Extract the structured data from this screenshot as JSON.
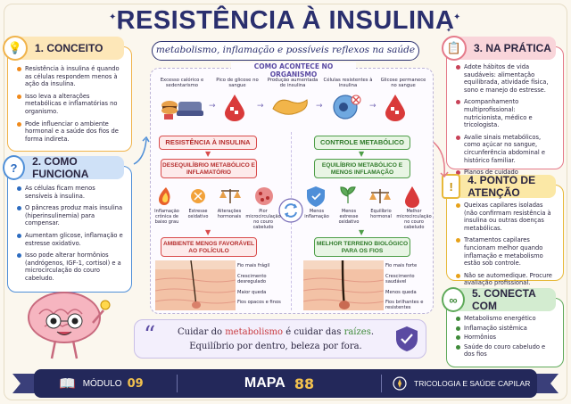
{
  "header": {
    "title": "RESISTÊNCIA À INSULINA",
    "subtitle": "metabolismo, inflamação e possíveis reflexos na saúde capilar"
  },
  "concept": {
    "number_title": "1. CONCEITO",
    "items": [
      "Resistência à insulina é quando as células respondem menos à ação da insulina.",
      "Isso leva a alterações metabólicas e inflamatórias no organismo.",
      "Pode influenciar o ambiente hormonal e a saúde dos fios de forma indireta."
    ]
  },
  "how": {
    "number_title": "2. COMO FUNCIONA",
    "items": [
      "As células ficam menos sensíveis à insulina.",
      "O pâncreas produz mais insulina (hiperinsulinemia) para compensar.",
      "Aumentam glicose, inflamação e estresse oxidativo.",
      "Isso pode alterar hormônios (andrógenos, IGF-1, cortisol) e a microcirculação do couro cabeludo."
    ]
  },
  "practice": {
    "number_title": "3. NA PRÁTICA",
    "items": [
      "Adote hábitos de vida saudáveis: alimentação equilibrada, atividade física, sono e manejo do estresse.",
      "Acompanhamento multiprofissional: nutricionista, médico e tricologista.",
      "Avalie sinais metabólicos, como açúcar no sangue, circunferência abdominal e histórico familiar.",
      "Planos de cuidado individualizados melhoram resultados capilares e sistêmicos."
    ]
  },
  "attention": {
    "number_title": "4. PONTO DE ATENÇÃO",
    "items": [
      "Queixas capilares isoladas (não confirmam resistência à insulina ou outras doenças metabólicas.",
      "Tratamentos capilares funcionam melhor quando inflamação e metabolismo estão sob controle.",
      "Não se automedique. Procure avaliação profissional."
    ]
  },
  "connect": {
    "number_title": "5. CONECTA COM",
    "items": [
      "Metabolismo energético",
      "Inflamação sistêmica",
      "Hormônios",
      "Saúde do couro cabeludo e dos fios"
    ]
  },
  "organism": {
    "title": "COMO ACONTECE NO ORGANISMO",
    "steps": [
      "Excesso calórico e sedentarismo",
      "Pico de glicose no sangue",
      "Produção aumentada de insulina",
      "Células resistentes à insulina",
      "Glicose permanece no sangue"
    ]
  },
  "left_column": {
    "head": "RESISTÊNCIA À INSULINA",
    "sub": "DESEQUILÍBRIO METABÓLICO E INFLAMATÓRIO",
    "icons": [
      "Inflamação crônica de baixo grau",
      "Estresse oxidativo",
      "Alterações hormonais",
      "Pior microcirculação no couro cabeludo"
    ],
    "result": "AMBIENTE MENOS FAVORÁVEL AO FOLÍCULO",
    "skin_labels": [
      "Fio mais frágil",
      "Crescimento desregulado",
      "Maior queda",
      "Fios opacos e finos"
    ]
  },
  "right_column": {
    "head": "CONTROLE METABÓLICO",
    "sub": "EQUILÍBRIO METABÓLICO E MENOS INFLAMAÇÃO",
    "icons": [
      "Menos inflamação",
      "Menos estresse oxidativo",
      "Equilíbrio hormonal",
      "Melhor microcirculação no couro cabeludo"
    ],
    "result": "MELHOR TERRENO BIOLÓGICO PARA OS FIOS",
    "skin_labels": [
      "Fio mais forte",
      "Crescimento saudável",
      "Menos queda",
      "Fios brilhantes e resistentes"
    ]
  },
  "quote": {
    "line1_a": "Cuidar do ",
    "line1_b": "metabolismo",
    "line1_c": " é cuidar das ",
    "line1_d": "raízes",
    "line1_e": ".",
    "line2": "Equilíbrio por dentro, beleza por fora."
  },
  "footer": {
    "module_label": "MÓDULO",
    "module_number": "09",
    "map_label": "MAPA",
    "map_number": "88",
    "course": "TRICOLOGIA E SAÚDE CAPILAR"
  },
  "colors": {
    "navy": "#23285a",
    "orange": "#f0b34a",
    "blue": "#4f8fd8",
    "pink": "#e57a8a",
    "yellow": "#e7b93a",
    "green": "#5faa5a",
    "red": "#d94c4c"
  }
}
